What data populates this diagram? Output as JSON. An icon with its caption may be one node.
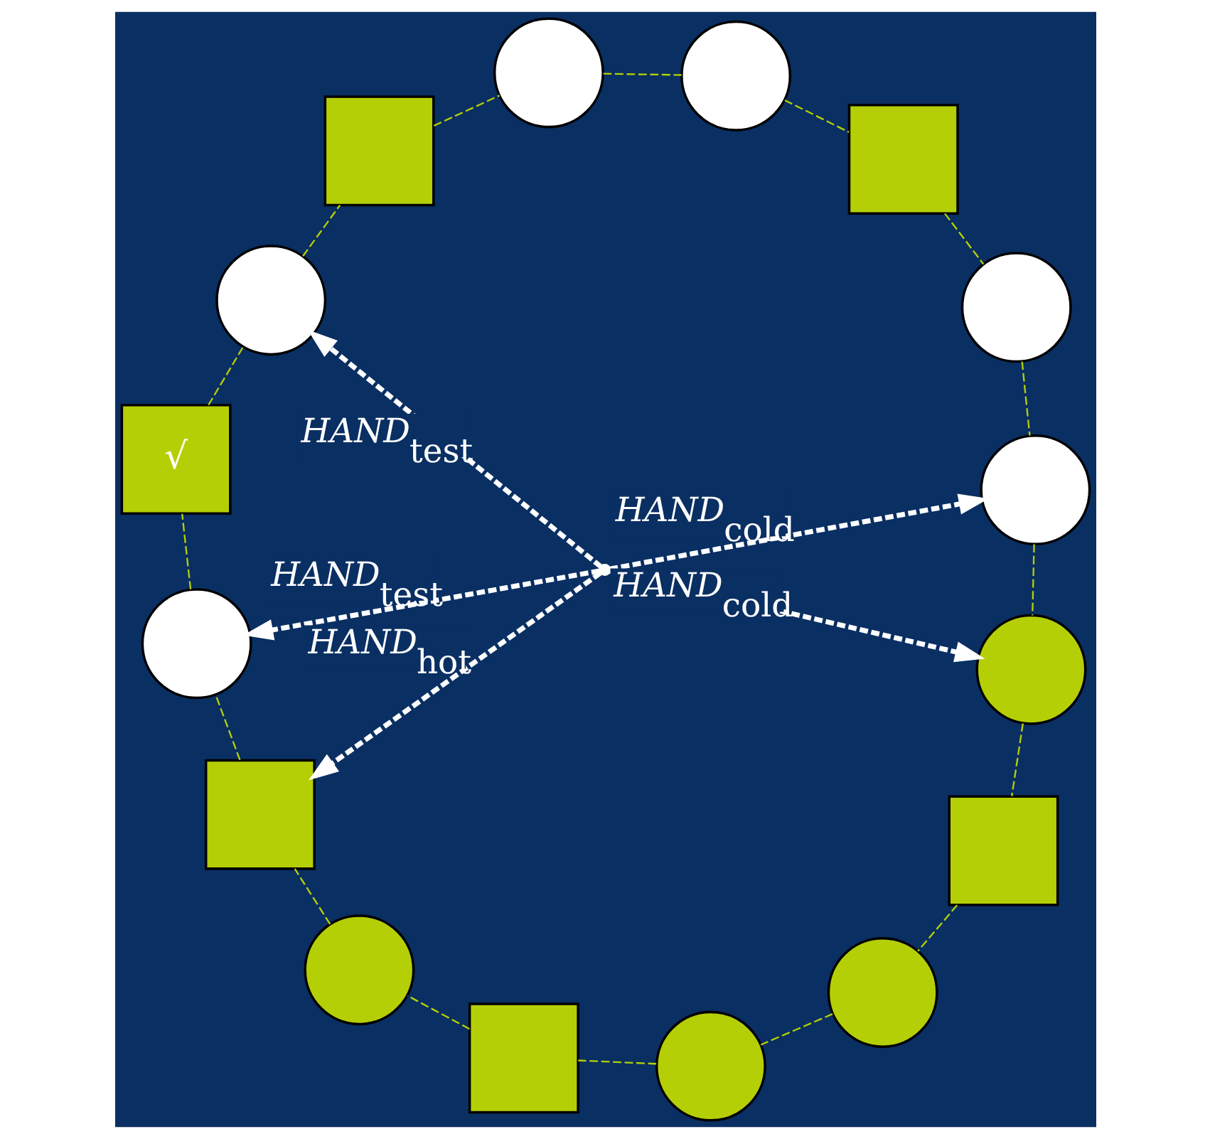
{
  "diagram": {
    "nodes": [
      {
        "text": [],
        "shape": "box"
      },
      {
        "text": [],
        "shape": "circle"
      },
      {
        "text": [],
        "shape": "circle"
      },
      {
        "text": [],
        "shape": "circle"
      },
      {
        "text": [],
        "shape": "box"
      },
      {
        "text": [
          "√"
        ]
      },
      {
        "text": [],
        "shape": "circle"
      },
      {
        "text": [],
        "shape": "circle"
      },
      {
        "text": [],
        "shape": "circle"
      },
      {
        "text": [],
        "shape": "box"
      },
      {
        "text": [],
        "shape": "circle"
      },
      {
        "text": [],
        "shape": "box"
      },
      {
        "text": [],
        "shape": "circle"
      },
      {
        "text": [],
        "shape": "circle"
      },
      {
        "text": [],
        "shape": "box"
      },
      {
        "text": [],
        "shape": "circle"
      },
      {
        "text": [],
        "shape": "point"
      }
    ],
    "edges": [
      {
        "from": 0,
        "to": 1,
        "arrow": "none",
        "style": "dashed"
      },
      {
        "from": 1,
        "to": 3,
        "arrow": "none",
        "style": "dashed"
      },
      {
        "from": 3,
        "to": 4,
        "arrow": "none",
        "style": "dashed"
      },
      {
        "from": 4,
        "to": 6,
        "arrow": "none",
        "style": "dashed"
      },
      {
        "from": 6,
        "to": 8,
        "arrow": "none",
        "style": "dashed"
      },
      {
        "from": 8,
        "to": 10,
        "arrow": "none",
        "style": "dashed"
      },
      {
        "from": 10,
        "to": 11,
        "arrow": "none",
        "style": "dashed"
      },
      {
        "from": 11,
        "to": 13,
        "arrow": "none",
        "style": "dashed"
      },
      {
        "from": 13,
        "to": 15,
        "arrow": "none",
        "style": "dashed"
      },
      {
        "from": 15,
        "to": 14,
        "arrow": "none",
        "style": "dashed"
      },
      {
        "from": 14,
        "to": 12,
        "arrow": "none",
        "style": "dashed"
      },
      {
        "from": 12,
        "to": 9,
        "arrow": "none",
        "style": "dashed"
      },
      {
        "from": 9,
        "to": 7,
        "arrow": "none",
        "style": "dashed"
      },
      {
        "from": 7,
        "to": 5,
        "arrow": "none",
        "style": "dashed"
      },
      {
        "from": 5,
        "to": 2,
        "arrow": "none",
        "style": "dashed"
      },
      {
        "from": 2,
        "to": 0,
        "arrow": "none",
        "style": "dashed"
      },
      {
        "from": 16,
        "to": 2,
        "arrow": "to",
        "label": "*HAND*$_{test}$",
        "style": "dashed",
        "color": "#ffffff"
      },
      {
        "from": 16,
        "to": 7,
        "arrow": "to",
        "label": "*HAND*$_{test}$",
        "style": "dashed",
        "color": "#ffffff"
      },
      {
        "from": 16,
        "to": 8,
        "arrow": "to",
        "label": "*HAND*$_{cold}$",
        "style": "dashed",
        "color": "#ffffff"
      },
      {
        "from": 16,
        "to": 9,
        "arrow": "to",
        "label": "*HAND*$_{hot}$",
        "style": "dashed",
        "color": "#ffffff"
      },
      {
        "from": 16,
        "to": 10,
        "arrow": "to",
        "label": "*HAND*$_{cold}$",
        "style": "dashed",
        "color": "#ffffff"
      }
    ]
  }
}
